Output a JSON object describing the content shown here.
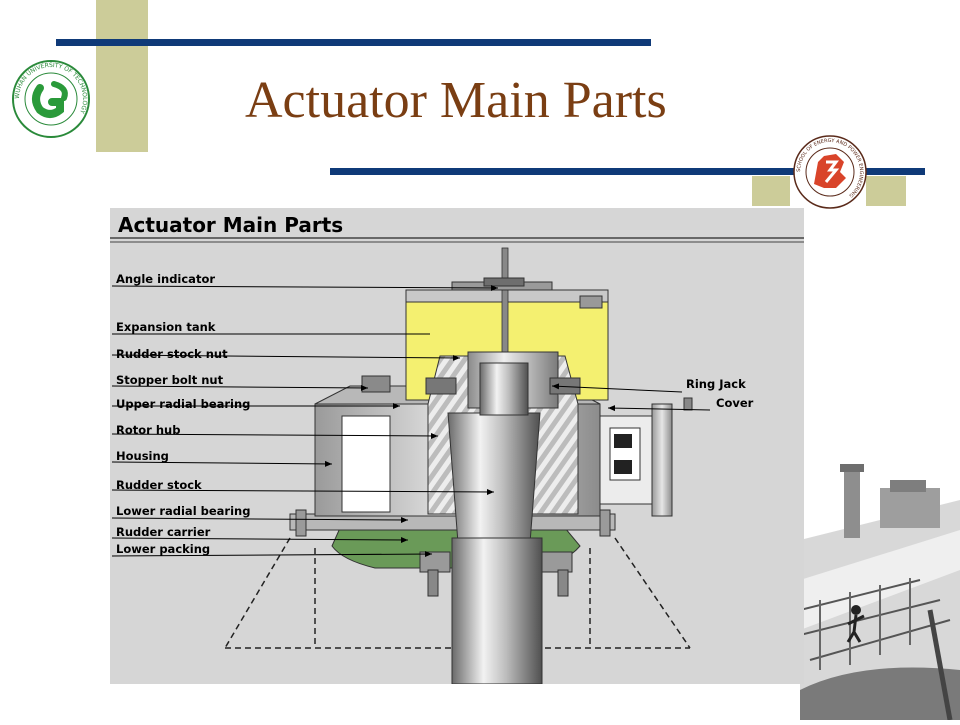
{
  "slide": {
    "title": "Actuator Main Parts",
    "left_logo_text": "WUHAN UNIVERSITY OF TECHNOLOGY",
    "right_logo_text": "SCHOOL OF ENERGY AND POWER ENGINEERING"
  },
  "diagram": {
    "header": "Actuator Main Parts",
    "labels_left": [
      "Angle indicator",
      "Expansion tank",
      "Rudder stock nut",
      "Stopper bolt nut",
      "Upper radial bearing",
      "Rotor hub",
      "Housing",
      "Rudder stock",
      "Lower radial bearing",
      "Rudder carrier",
      "Lower packing"
    ],
    "labels_right": [
      "Ring Jack",
      "Cover"
    ]
  },
  "colors": {
    "title": "#7a3e13",
    "accent_bar": "#0f3a78",
    "tan_block": "#cccc99",
    "tank_yellow": "#f4f070",
    "hull_green": "#6a9a58"
  }
}
